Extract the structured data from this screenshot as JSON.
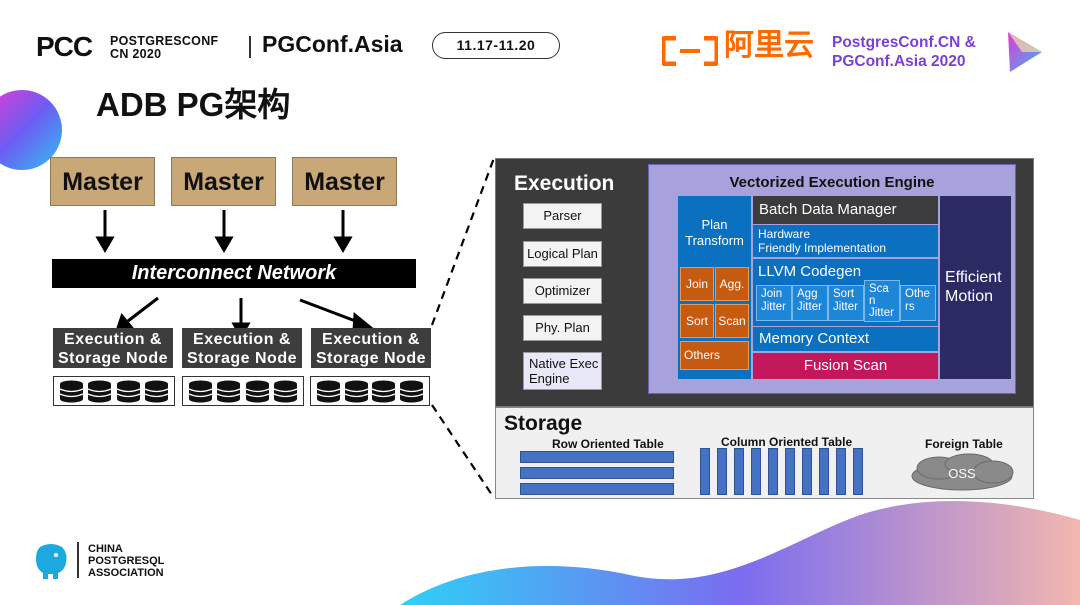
{
  "header": {
    "pcc_logo": "PCC",
    "pcc_line1": "POSTGRESCONF",
    "pcc_line2": "CN 2020",
    "pgconf_asia": "PGConf.Asia",
    "date": "11.17-11.20",
    "aliyun_logo": "(-)",
    "aliyun_text": "阿里云",
    "conf_line1": "PostgresConf.CN &",
    "conf_line2": "PGConf.Asia 2020"
  },
  "title": "ADB PG架构",
  "left": {
    "masters": [
      "Master",
      "Master",
      "Master"
    ],
    "interconnect": "Interconnect Network",
    "nodes": [
      {
        "line1": "Execution &",
        "line2": "Storage Node"
      },
      {
        "line1": "Execution &",
        "line2": "Storage Node"
      },
      {
        "line1": "Execution &",
        "line2": "Storage Node"
      }
    ]
  },
  "execution": {
    "label": "Execution",
    "stages": [
      "Parser",
      "Logical Plan",
      "Optimizer",
      "Phy. Plan"
    ],
    "native_line1": "Native Exec",
    "native_line2": "Engine"
  },
  "vee": {
    "label": "Vectorized Execution Engine",
    "plan_line1": "Plan",
    "plan_line2": "Transform",
    "ops": [
      "Join",
      "Agg.",
      "Sort",
      "Scan",
      "Others"
    ],
    "batch": "Batch Data Manager",
    "hw_line1": "Hardware",
    "hw_line2": "Friendly Implementation",
    "llvm": "LLVM Codegen",
    "jitters": [
      {
        "l1": "Join",
        "l2": "Jitter"
      },
      {
        "l1": "Agg",
        "l2": "Jitter"
      },
      {
        "l1": "Sort",
        "l2": "Jitter"
      },
      {
        "l1": "Sca",
        "l2": "n",
        "l3": "Jitter"
      },
      {
        "l1": "Othe",
        "l2": "rs"
      }
    ],
    "memory": "Memory Context",
    "fusion": "Fusion Scan",
    "eff_line1": "Efficient",
    "eff_line2": "Motion"
  },
  "storage": {
    "label": "Storage",
    "row_table": "Row Oriented Table",
    "column_table": "Column Oriented Table",
    "foreign_table": "Foreign Table",
    "oss": "OSS"
  },
  "footer": {
    "line1": "CHINA",
    "line2": "POSTGRESQL",
    "line3": "ASSOCIATION"
  },
  "colors": {
    "master_fill": "#c9a877",
    "blue": "#0c70c1",
    "orange": "#c55a11",
    "magenta": "#c2185b",
    "navy": "#2b2a63",
    "lavender": "#a7a1dc",
    "aliyun_orange": "#ff6a00"
  }
}
